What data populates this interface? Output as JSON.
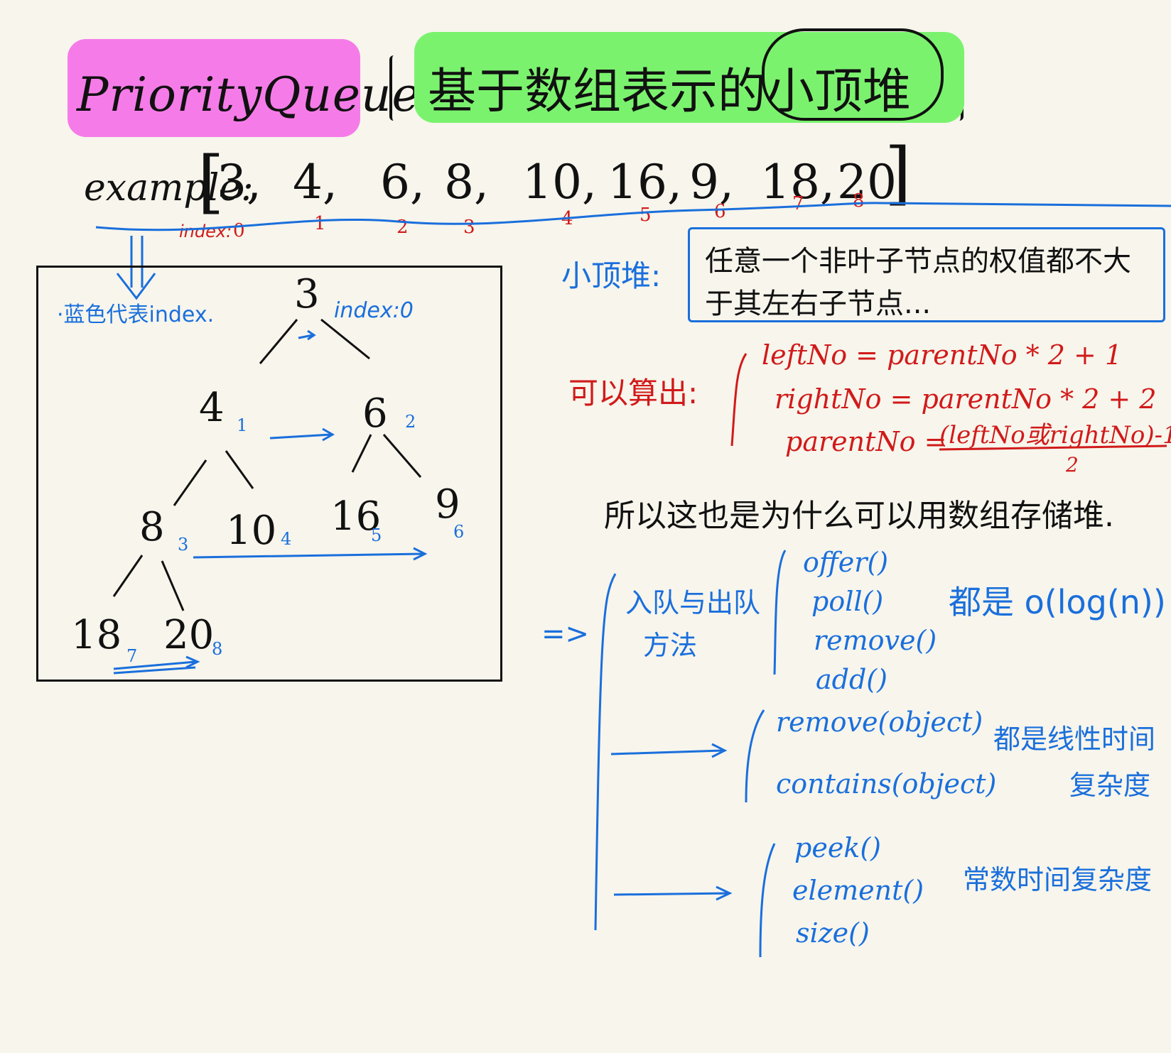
{
  "title": "PriorityQueue",
  "subtitle": "基于数组表示的小顶堆",
  "example": {
    "label": "example:",
    "index_label": "index:",
    "values": [
      "3,",
      "4,",
      "6,",
      "8,",
      "10,",
      "16,",
      "9,",
      "18,",
      "20"
    ],
    "indices": [
      "0",
      "1",
      "2",
      "3",
      "4",
      "5",
      "6",
      "7",
      "8"
    ]
  },
  "tree": {
    "note": "·蓝色代表index.",
    "root_index_note": "index:0",
    "nodes": [
      {
        "value": "3",
        "index": ""
      },
      {
        "value": "4",
        "index": "1"
      },
      {
        "value": "6",
        "index": "2"
      },
      {
        "value": "8",
        "index": "3"
      },
      {
        "value": "10",
        "index": "4"
      },
      {
        "value": "16",
        "index": "5"
      },
      {
        "value": "9",
        "index": "6"
      },
      {
        "value": "18",
        "index": "7"
      },
      {
        "value": "20",
        "index": "8"
      }
    ]
  },
  "min_heap": {
    "label": "小顶堆:",
    "definition_line1": "任意一个非叶子节点的权值都不大",
    "definition_line2": "于其左右子节点..."
  },
  "formulas": {
    "label": "可以算出:",
    "left": "leftNo = parentNo * 2 + 1",
    "right": "rightNo = parentNo * 2 + 2",
    "parent_lhs": "parentNo =",
    "parent_numerator": "(leftNo或rightNo)-1",
    "parent_denominator": "2"
  },
  "reason": "所以这也是为什么可以用数组存储堆.",
  "methods": {
    "arrow": "=>",
    "group1": {
      "label_line1": "入队与出队",
      "label_line2": "方法",
      "items": [
        "offer()",
        "poll()",
        "remove()",
        "add()"
      ],
      "complexity": "都是 o(log(n))"
    },
    "group2": {
      "items": [
        "remove(object)",
        "contains(object)"
      ],
      "complexity_line1": "都是线性时间",
      "complexity_line2": "复杂度"
    },
    "group3": {
      "items": [
        "peek()",
        "element()",
        "size()"
      ],
      "complexity": "常数时间复杂度"
    }
  },
  "colors": {
    "pink": "#f57ce8",
    "green": "#7bf26e",
    "blue": "#1a6fdc",
    "red": "#d11a1a",
    "ink": "#111111",
    "paper": "#f7f5ec"
  }
}
